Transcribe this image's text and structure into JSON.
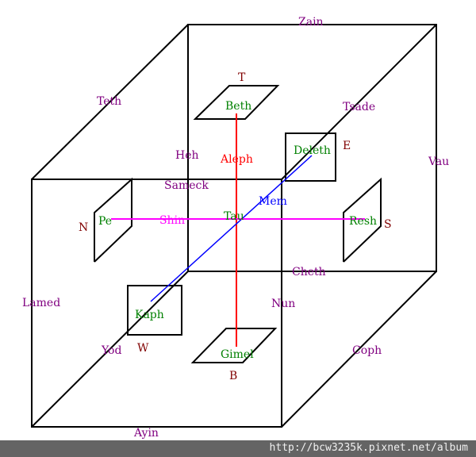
{
  "labels": {
    "zain": "Zain",
    "teth": "Teth",
    "tsade": "Tsade",
    "vau": "Vau",
    "heh": "Heh",
    "sameck": "Sameck",
    "lamed": "Lamed",
    "yod": "Yod",
    "nun": "Nun",
    "cheth": "Cheth",
    "coph": "Coph",
    "ayin": "Ayin",
    "beth": "Beth",
    "deleth": "Deleth",
    "pe": "Pe",
    "resh": "Resh",
    "kaph": "Kaph",
    "gimel": "Gimel",
    "tau": "Tau",
    "aleph": "Aleph",
    "mem": "Mem",
    "shin": "Shin",
    "t": "T",
    "e": "E",
    "n": "N",
    "s": "S",
    "w": "W",
    "b": "B"
  },
  "footer": {
    "watermark": "http://bcw3235k.pixnet.net/album"
  },
  "colors": {
    "edge": "#800080",
    "face": "#008000",
    "direction": "#800000",
    "aleph": "#ff0000",
    "mem": "#0000ff",
    "shin": "#ff00ff"
  }
}
